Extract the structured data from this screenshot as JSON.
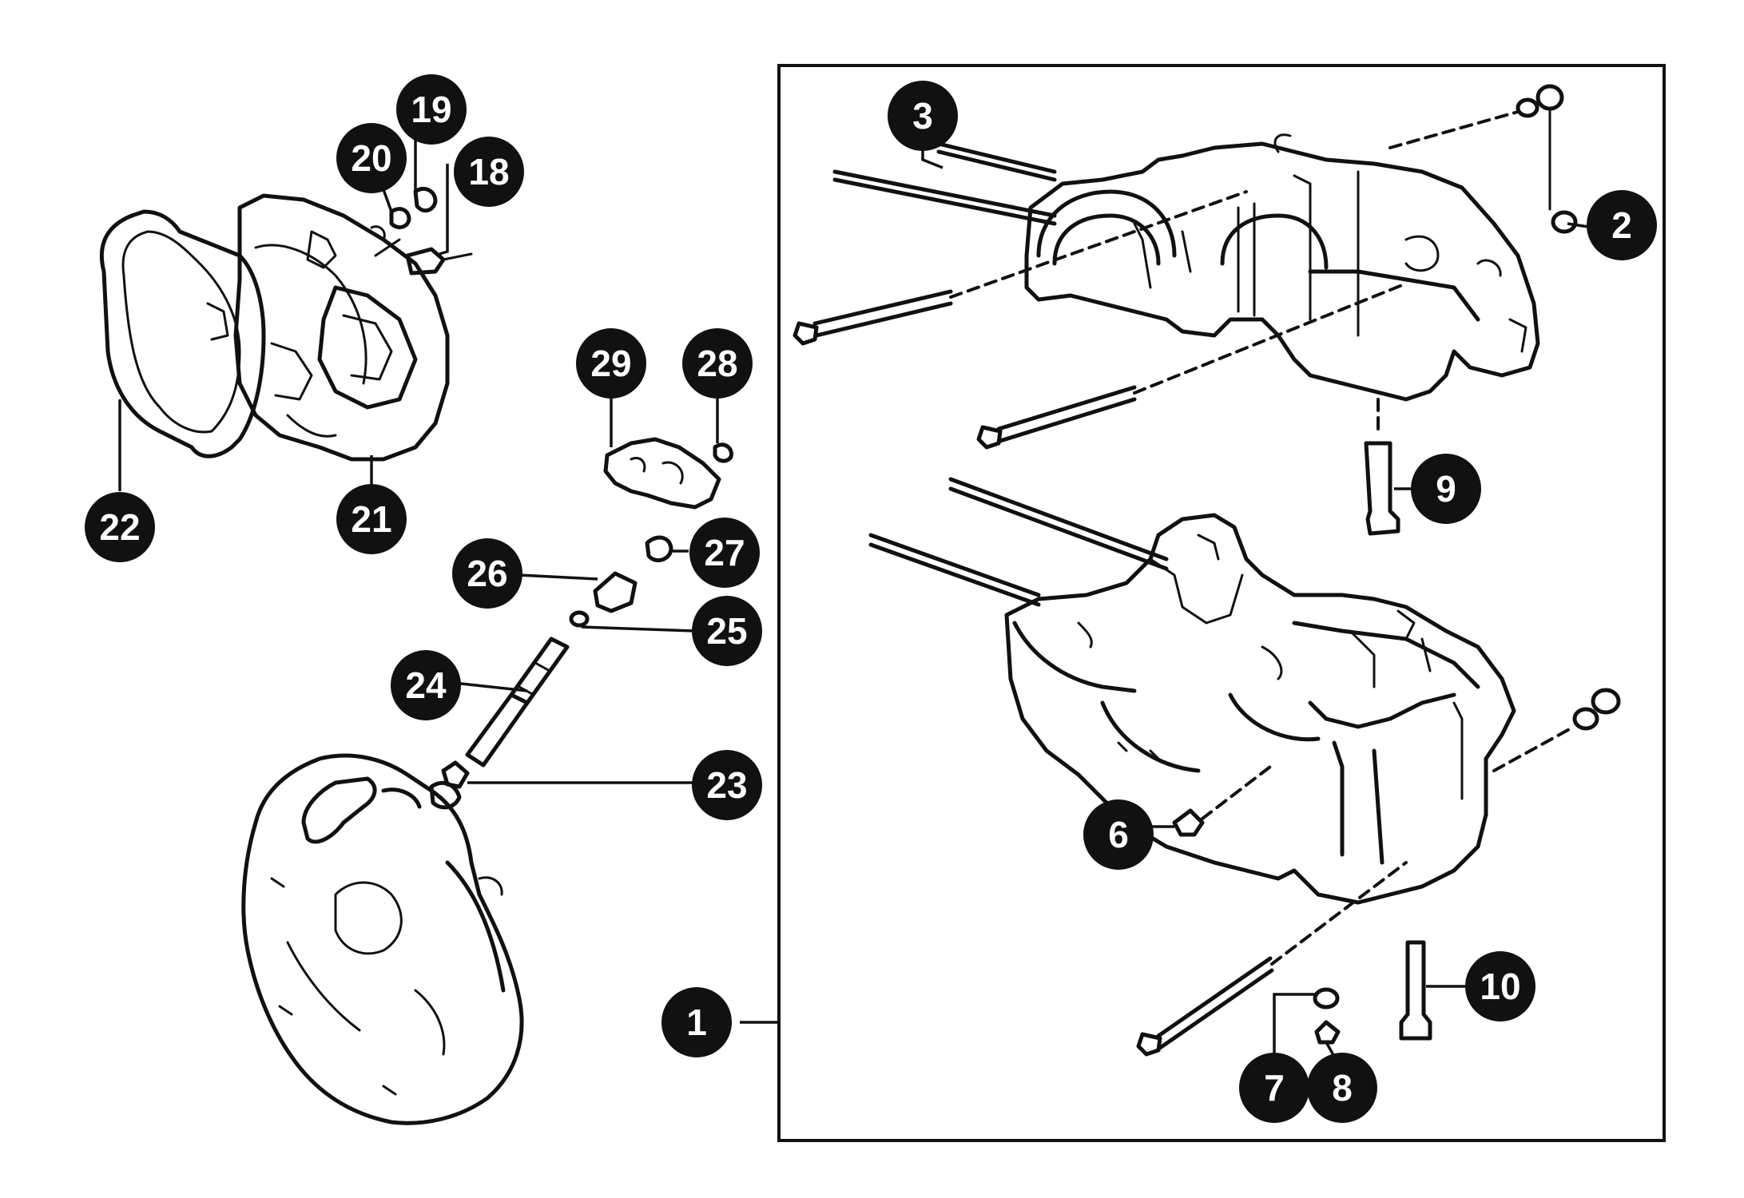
{
  "callouts": [
    {
      "id": "1",
      "label": "1"
    },
    {
      "id": "2",
      "label": "2"
    },
    {
      "id": "3",
      "label": "3"
    },
    {
      "id": "6",
      "label": "6"
    },
    {
      "id": "7",
      "label": "7"
    },
    {
      "id": "8",
      "label": "8"
    },
    {
      "id": "9",
      "label": "9"
    },
    {
      "id": "10",
      "label": "10"
    },
    {
      "id": "18",
      "label": "18"
    },
    {
      "id": "19",
      "label": "19"
    },
    {
      "id": "20",
      "label": "20"
    },
    {
      "id": "21",
      "label": "21"
    },
    {
      "id": "22",
      "label": "22"
    },
    {
      "id": "23",
      "label": "23"
    },
    {
      "id": "24",
      "label": "24"
    },
    {
      "id": "25",
      "label": "25"
    },
    {
      "id": "26",
      "label": "26"
    },
    {
      "id": "27",
      "label": "27"
    },
    {
      "id": "28",
      "label": "28"
    },
    {
      "id": "29",
      "label": "29"
    }
  ]
}
